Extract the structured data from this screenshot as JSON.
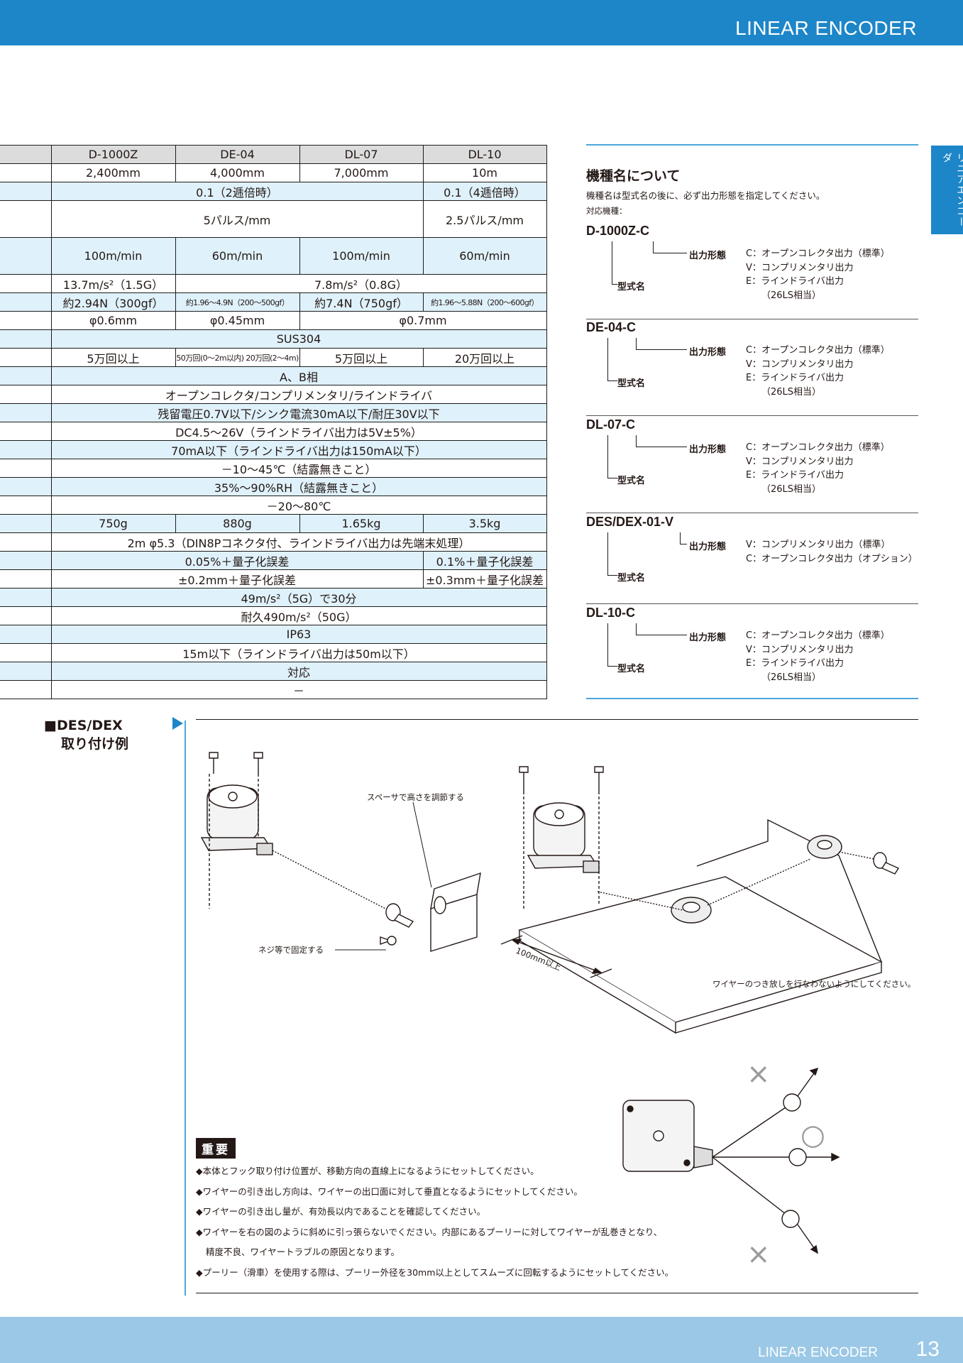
{
  "header": {
    "title": "LINEAR ENCODER"
  },
  "side_tab": {
    "label": "リニアエンコーダ"
  },
  "spec_table": {
    "columns": [
      "D-1000Z",
      "DE-04",
      "DL-07",
      "DL-10"
    ],
    "stroke": [
      "2,400mm",
      "4,000mm",
      "7,000mm",
      "10m"
    ],
    "resolution": [
      "0.1（2逓倍時）",
      "0.1（4逓倍時）"
    ],
    "pulses": [
      "5パルス/mm",
      "2.5パルス/mm"
    ],
    "speed": [
      "100m/min",
      "60m/min",
      "100m/min",
      "60m/min"
    ],
    "accel": [
      "13.7m/s²（1.5G）",
      "7.8m/s²（0.8G）"
    ],
    "tension": [
      "約2.94N（300gf）",
      "約1.96～4.9N（200～500gf）",
      "約7.4N（750gf）",
      "約1.96～5.88N（200～600gf）"
    ],
    "wire_dia": [
      "φ0.6mm",
      "φ0.45mm",
      "φ0.7mm"
    ],
    "wire_material": "SUS304",
    "life": [
      "5万回以上",
      "50万回(0～2m以内) 20万回(2～4m)",
      "5万回以上",
      "20万回以上"
    ],
    "phase": "A、B相",
    "output": "オープンコレクタ/コンプリメンタリ/ラインドライバ",
    "residual": "残留電圧0.7V以下/シンク電流30mA以下/耐圧30V以下",
    "supply_voltage": "DC4.5～26V（ラインドライバ出力は5V±5%）",
    "current": "70mA以下（ラインドライバ出力は150mA以下）",
    "temp": "－10～45℃（結露無きこと）",
    "humidity": "35%～90%RH（結露無きこと）",
    "storage_temp": "－20～80℃",
    "mass": [
      "750g",
      "880g",
      "1.65kg",
      "3.5kg"
    ],
    "cable": "2m φ5.3（DIN8Pコネクタ付、ラインドライバ出力は先端末処理）",
    "accuracy1": [
      "0.05%＋量子化誤差",
      "0.1%＋量子化誤差"
    ],
    "accuracy2": [
      "±0.2mm＋量子化誤差",
      "±0.3mm＋量子化誤差"
    ],
    "vibration": "49m/s²（5G）で30分",
    "shock": "耐久490m/s²（50G）",
    "protection": "IP63",
    "extension": "15m以下（ラインドライバ出力は50m以下）",
    "ce": "対応",
    "other": "－"
  },
  "model_panel": {
    "title": "機種名について",
    "desc": "機種名は型式名の後に、必ず出力形態を指定してください。",
    "sub": "対応機種：",
    "output_label": "出力形態",
    "type_label": "型式名",
    "blocks": [
      {
        "name": "D-1000Z-C",
        "opts": [
          "C：オープンコレクタ出力（標準）",
          "V：コンプリメンタリ出力",
          "E：ラインドライバ出力",
          "（26LS相当）"
        ]
      },
      {
        "name": "DE-04-C",
        "opts": [
          "C：オープンコレクタ出力（標準）",
          "V：コンプリメンタリ出力",
          "E：ラインドライバ出力",
          "（26LS相当）"
        ]
      },
      {
        "name": "DL-07-C",
        "opts": [
          "C：オープンコレクタ出力（標準）",
          "V：コンプリメンタリ出力",
          "E：ラインドライバ出力",
          "（26LS相当）"
        ]
      },
      {
        "name": "DES/DEX-01-V",
        "opts": [
          "V：コンプリメンタリ出力（標準）",
          "C：オープンコレクタ出力（オプション）"
        ]
      },
      {
        "name": "DL-10-C",
        "opts": [
          "C：オープンコレクタ出力（標準）",
          "V：コンプリメンタリ出力",
          "E：ラインドライバ出力",
          "（26LS相当）"
        ]
      }
    ]
  },
  "mounting": {
    "title_line1": "■DES/DEX",
    "title_line2": "取り付け例",
    "label_spacer": "スペーサで高さを調節する",
    "label_screw": "ネジ等で固定する",
    "label_100mm": "100mm以上",
    "label_wire": "ワイヤーのつき放しを行なわないようにしてください。",
    "mark_ng": "×",
    "mark_ok": "○"
  },
  "notes": {
    "heading": "重要",
    "items": [
      "◆本体とフック取り付け位置が、移動方向の直線上になるようにセットしてください。",
      "◆ワイヤーの引き出し方向は、ワイヤーの出口面に対して垂直となるようにセットしてください。",
      "◆ワイヤーの引き出し量が、有効長以内であることを確認してください。",
      "◆ワイヤーを右の図のように斜めに引っ張らないでください。内部にあるプーリーに対してワイヤーが乱巻きとなり、",
      "精度不良、ワイヤートラブルの原因となります。",
      "◆プーリー（滑車）を使用する際は、プーリー外径を30mm以上としてスムーズに回転するようにセットしてください。"
    ]
  },
  "footer": {
    "text": "LINEAR ENCODER",
    "page": "13"
  },
  "colors": {
    "accent": "#1d86c8",
    "footer": "#9bc8e6",
    "table_blue": "#dff1fa",
    "table_header": "#dcdcdc"
  }
}
